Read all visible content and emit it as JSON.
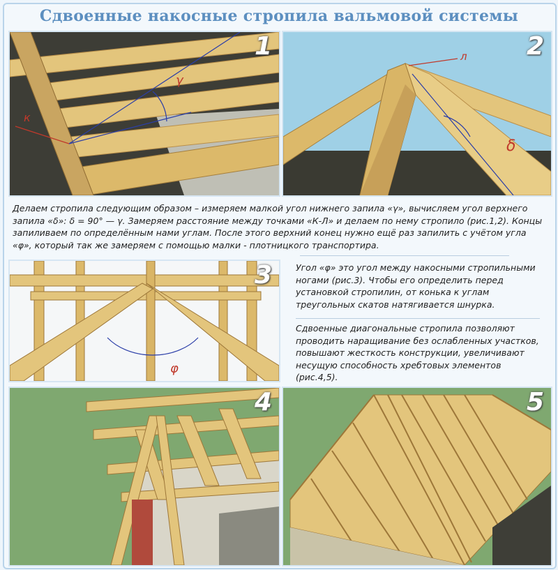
{
  "title": "Сдвоенные накосные стропила вальмовой системы",
  "panels": {
    "p1": {
      "number": "1",
      "labels": {
        "k": "к",
        "gamma": "γ"
      }
    },
    "p2": {
      "number": "2",
      "labels": {
        "l": "л",
        "delta": "δ"
      }
    },
    "p3": {
      "number": "3",
      "labels": {
        "phi": "φ"
      }
    },
    "p4": {
      "number": "4"
    },
    "p5": {
      "number": "5"
    }
  },
  "paragraph1": "Делаем стропила следующим образом – измеряем малкой угол нижнего запила «γ», вычисляем угол верхнего запила «δ»: δ = 90° — γ. Замеряем расстояние между точками «К-Л» и делаем по нему стропило (рис.1,2). Концы запиливаем по определённым нами углам. После этого верхний конец нужно ещё раз запилить с учётом угла «φ», который так же замеряем с помощью малки - плотницкого транспортира.",
  "paragraph2": "Угол «φ» это угол между накосными стропильными ногами (рис.3). Чтобы его определить перед установкой стропилин, от конька к углам треугольных скатов натягивается шнурка.",
  "paragraph3": "Сдвоенные диагональные стропила позволяют проводить наращивание без ослабленных участков, повышают жесткость конструкции, увеличивают несущую способность хребтовых элементов (рис.4,5).",
  "colors": {
    "wood": "#e3c57c",
    "wood_dark": "#b98f4a",
    "grass": "#7fa870",
    "sky": "#9fd0e6",
    "title": "#5c8fc0",
    "label": "#c0392b",
    "angle_arc": "#2b3ea8"
  }
}
